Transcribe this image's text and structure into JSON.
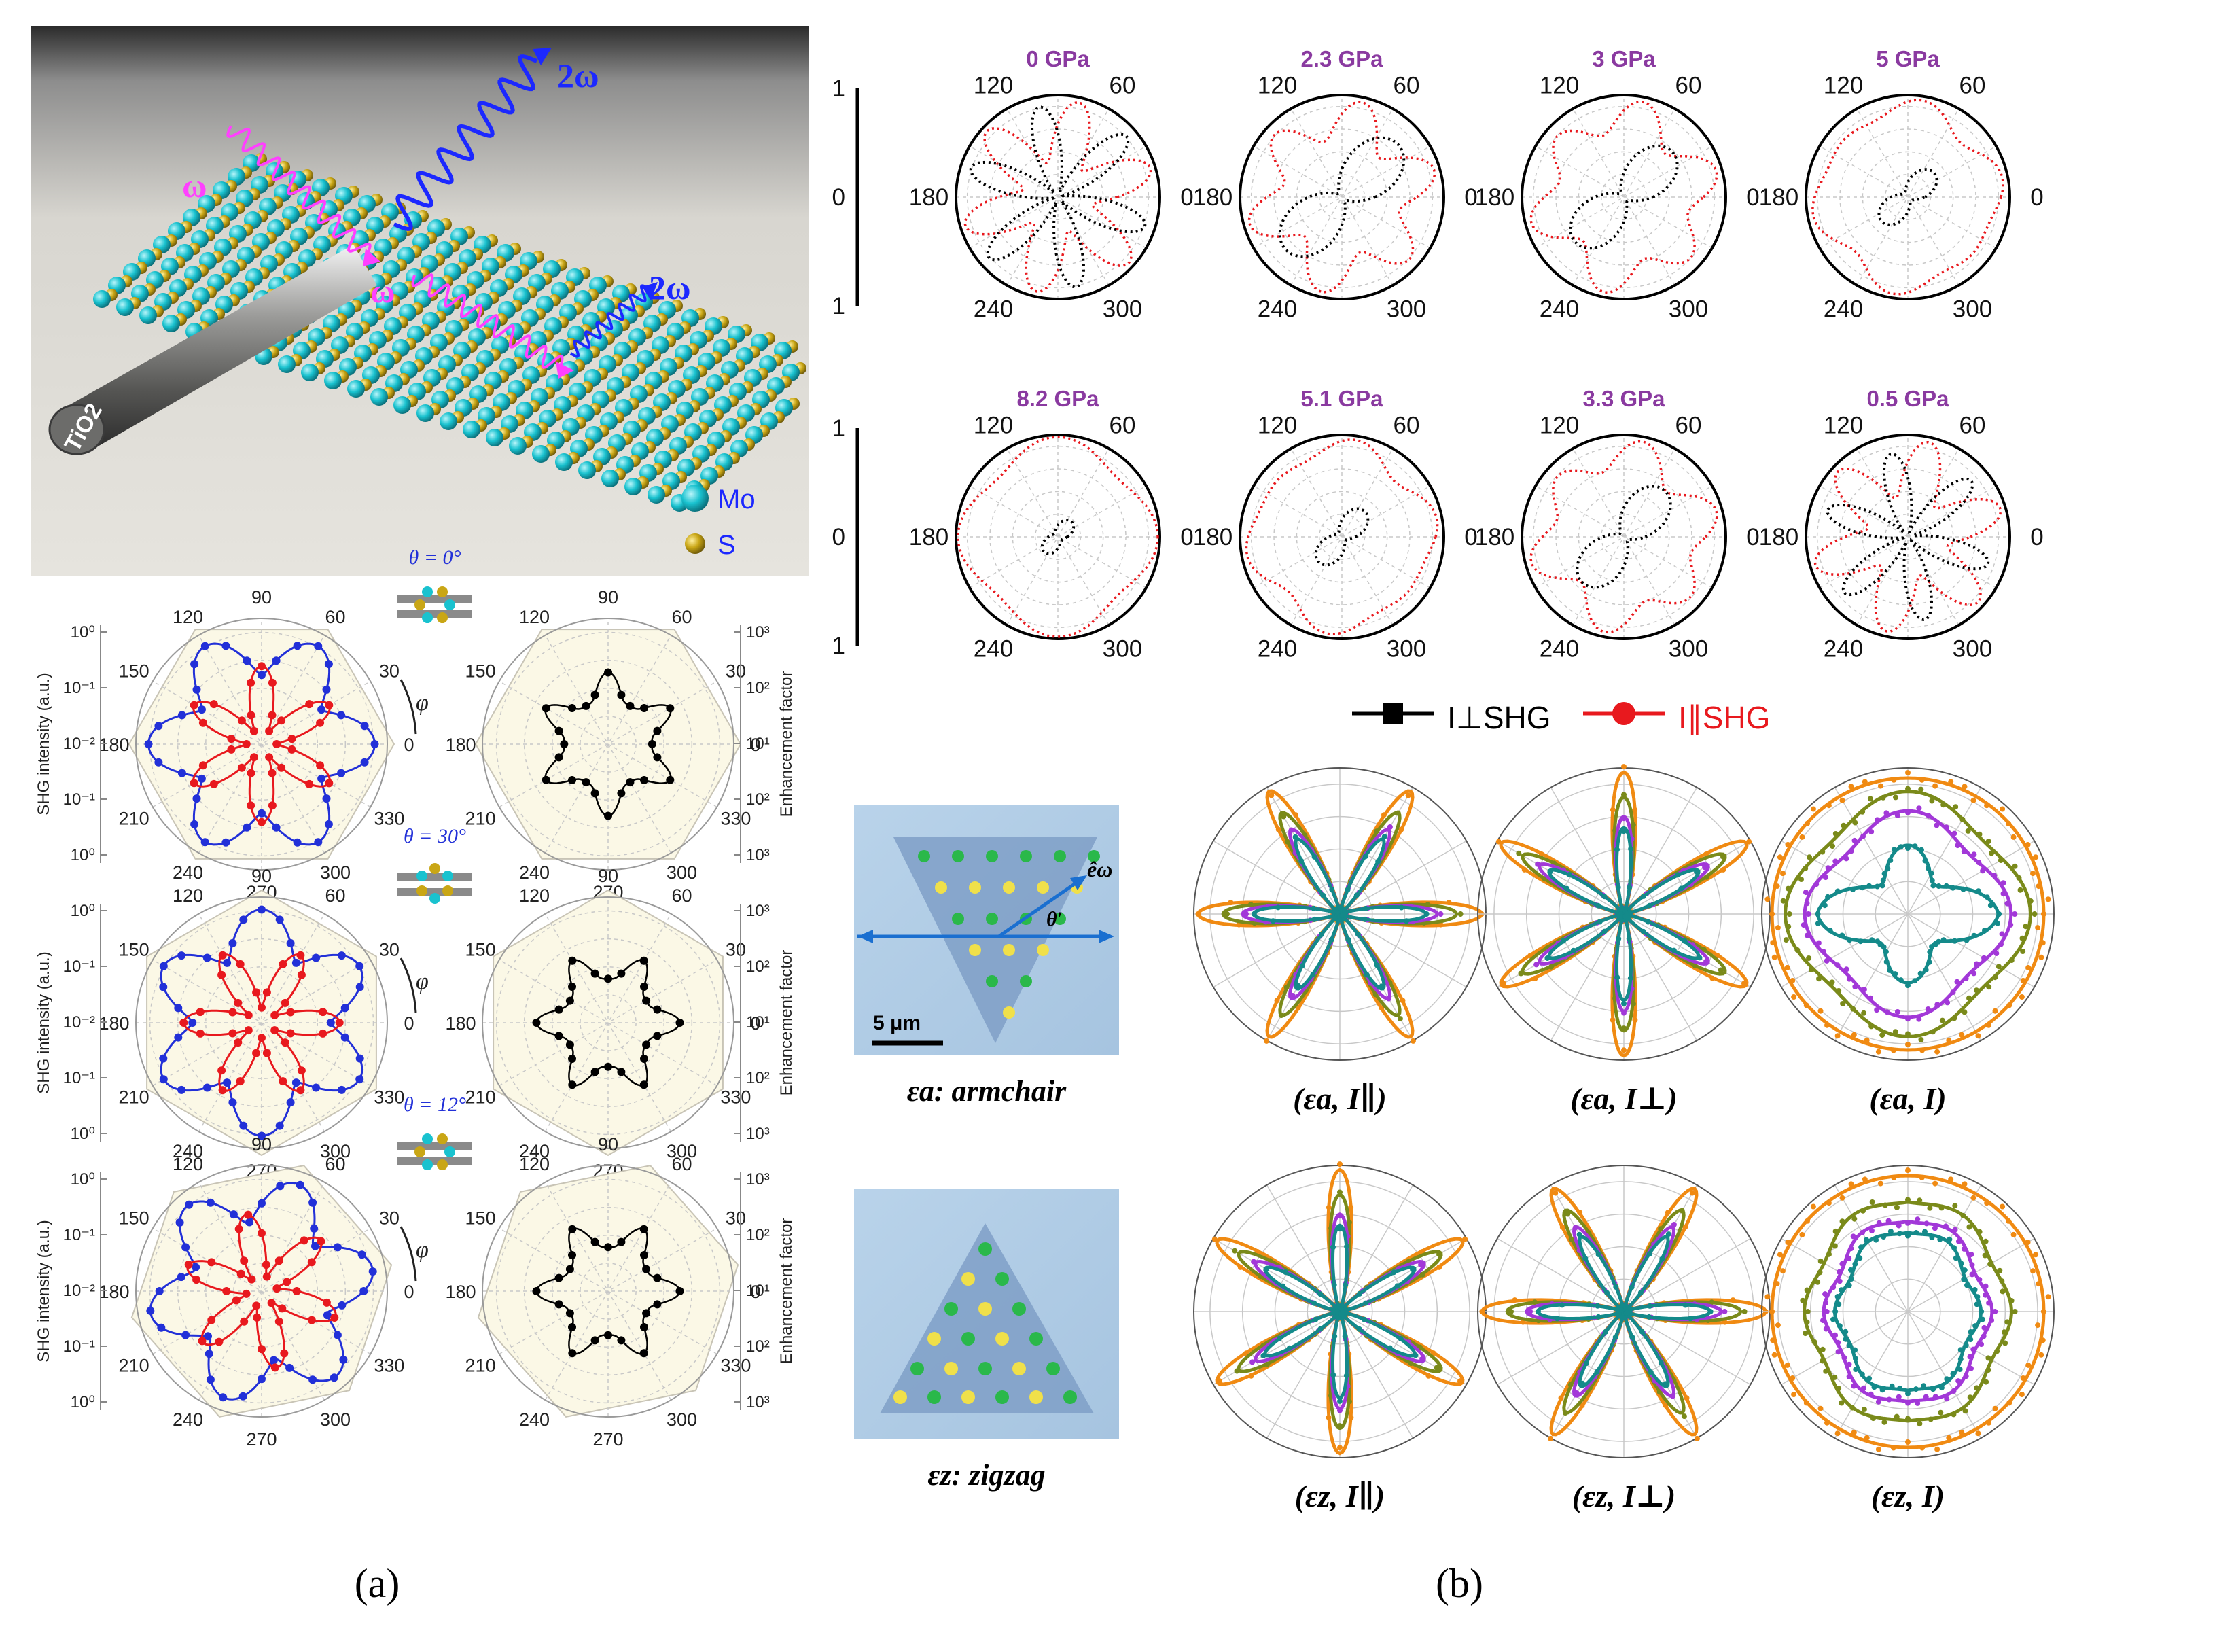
{
  "figure": {
    "panel_labels": [
      "(a)",
      "(b)"
    ],
    "schematic": {
      "substrate_label": "TiO2",
      "input_label": "ω",
      "output_label": "2ω",
      "legend": [
        {
          "name": "Mo",
          "color": "#19c2cf"
        },
        {
          "name": "S",
          "color": "#c9a615"
        }
      ]
    },
    "panel_a_rows": [
      {
        "theta": "θ = 0°"
      },
      {
        "theta": "θ = 30°"
      },
      {
        "theta": "θ = 12°"
      }
    ],
    "panel_a_axes": {
      "left_ylabel": "SHG intensity (a.u.)",
      "right_ylabel": "Enhancement factor",
      "left_ticks": [
        "10⁰",
        "10⁻¹",
        "10⁻²",
        "10⁻¹",
        "10⁰"
      ],
      "right_ticks": [
        "10³",
        "10²",
        "10¹",
        "10²",
        "10³"
      ],
      "angle_labels": [
        "0",
        "30",
        "60",
        "90",
        "120",
        "150",
        "180",
        "210",
        "240",
        "270",
        "300",
        "330"
      ],
      "phi": "φ"
    },
    "pressure_rows": [
      [
        "0 GPa",
        "2.3 GPa",
        "3 GPa",
        "5 GPa"
      ],
      [
        "8.2 GPa",
        "5.1 GPa",
        "3.3 GPa",
        "0.5 GPa"
      ]
    ],
    "pressure_axes": {
      "ticks": [
        "1",
        "0",
        "1"
      ],
      "angle_labels": [
        "0",
        "60",
        "120",
        "180",
        "240",
        "300"
      ]
    },
    "legend_b": {
      "perp": "I⊥SHG",
      "par": "I∥SHG",
      "perp_color": "#000000",
      "par_color": "#e8191e"
    },
    "flakes": [
      {
        "label": "εa: armchair",
        "scale": "5 μm",
        "vector": "êω",
        "angle": "θ′"
      },
      {
        "label": "εz: zigzag"
      }
    ],
    "polar_bottom_labels": [
      [
        "(εa, I∥)",
        "(εa, I⊥)",
        "(εa, I)"
      ],
      [
        "(εz, I∥)",
        "(εz, I⊥)",
        "(εz, I)"
      ]
    ],
    "colors": {
      "orange": "#f08a12",
      "olive": "#7a8a1a",
      "purple": "#a238d8",
      "teal": "#148a8a",
      "blue": "#2230d8",
      "red": "#e8191e"
    }
  }
}
